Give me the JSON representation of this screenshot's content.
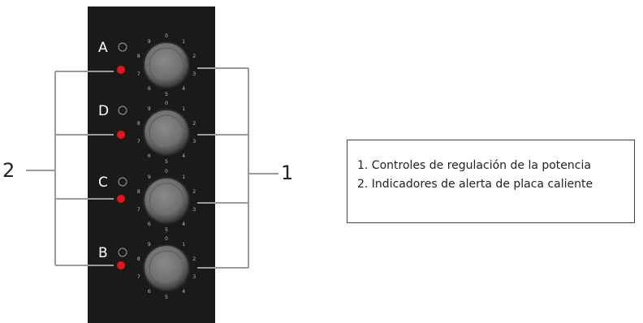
{
  "zones": [
    {
      "letter": "A",
      "led_on": true
    },
    {
      "letter": "D",
      "led_on": true
    },
    {
      "letter": "C",
      "led_on": true
    },
    {
      "letter": "B",
      "led_on": true
    }
  ],
  "dial_marks": [
    "0",
    "1",
    "2",
    "3",
    "4",
    "5",
    "6",
    "7",
    "8",
    "9"
  ],
  "callouts": {
    "left": "2",
    "right": "1"
  },
  "legend": {
    "items": [
      "1. Controles de regulación de la potencia",
      "2. Indicadores de alerta de placa caliente"
    ]
  },
  "colors": {
    "panel": "#1c1a18",
    "led_red": "#e8141c",
    "bracket": "#9a9a9a",
    "knob": "#6e6e6e"
  }
}
